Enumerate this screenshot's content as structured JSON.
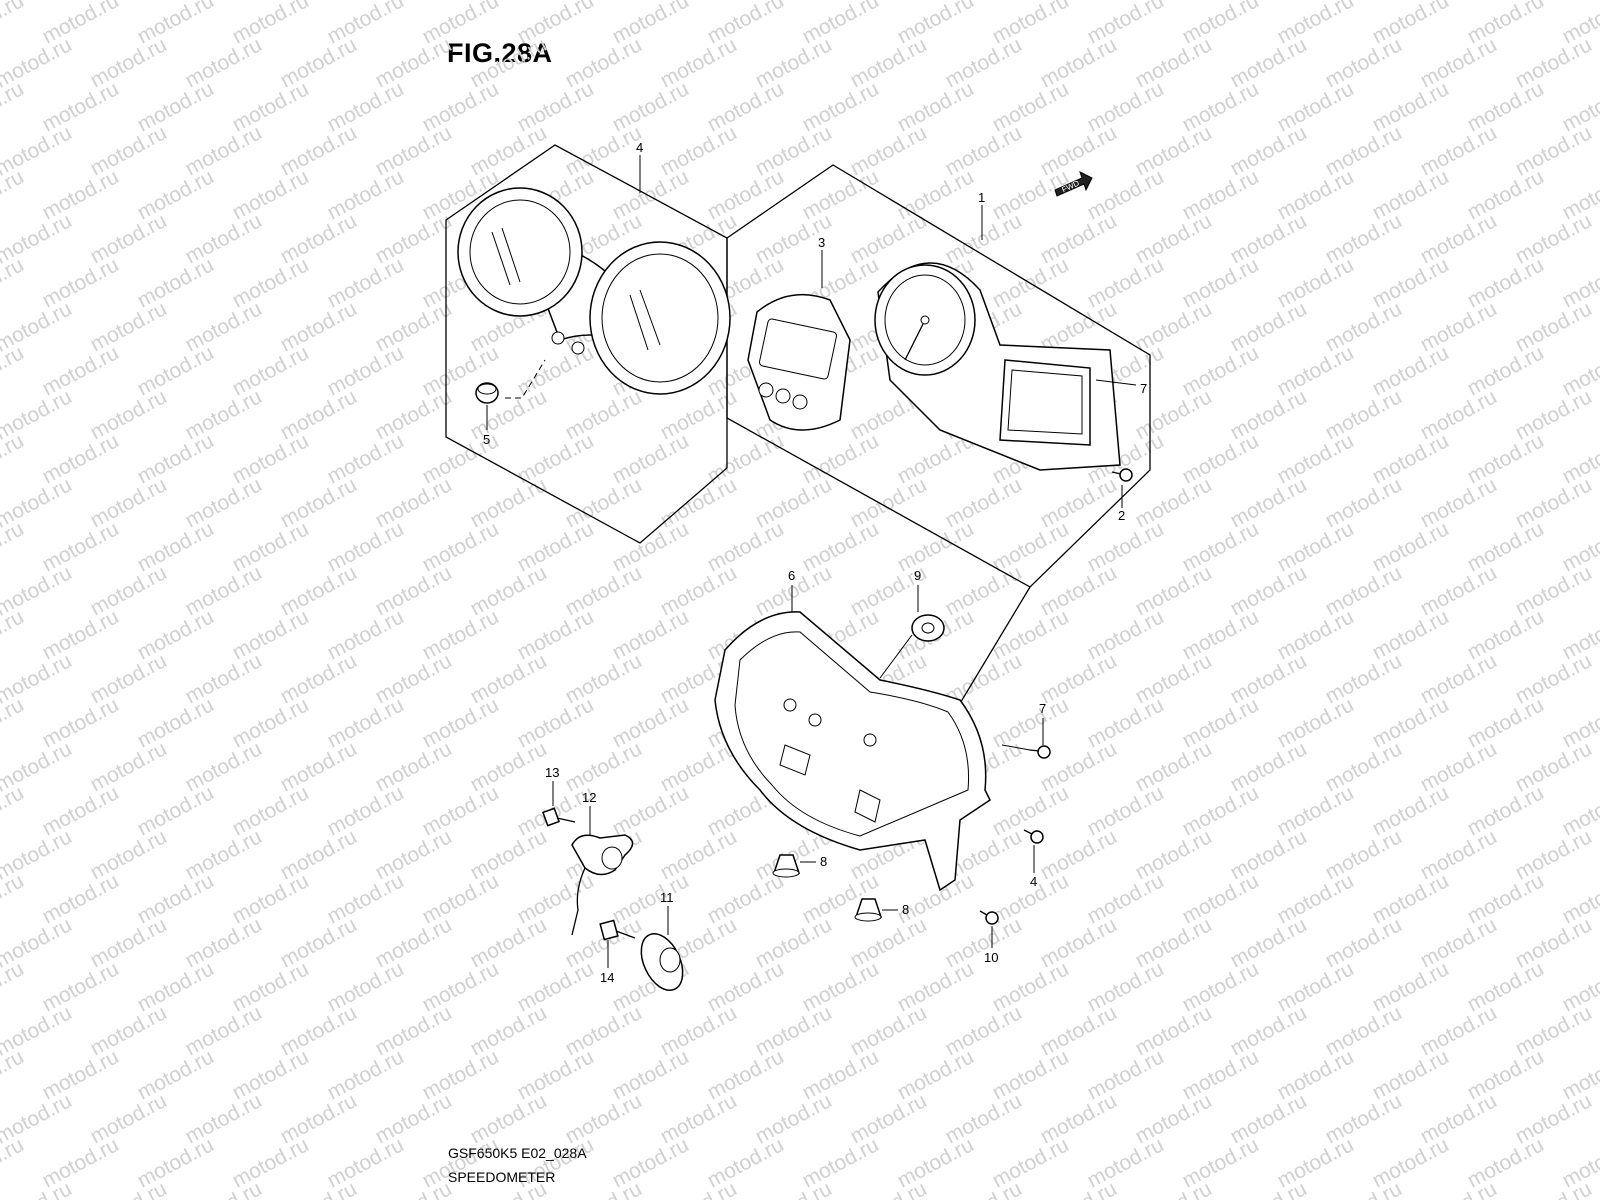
{
  "header": {
    "figure": "FIG.28A"
  },
  "footer": {
    "model_code": "GSF650K5 E02_028A",
    "caption": "SPEEDOMETER"
  },
  "watermark": {
    "text": "motod.ru",
    "color": "#d0d0d0"
  },
  "direction_badge": {
    "label": "FWD"
  },
  "callouts": {
    "c1": "1",
    "c2": "2",
    "c3": "3",
    "c4a": "4",
    "c4b": "4",
    "c5": "5",
    "c6": "6",
    "c7a": "7",
    "c7b": "7",
    "c8a": "8",
    "c8b": "8",
    "c9": "9",
    "c10": "10",
    "c11": "11",
    "c12": "12",
    "c13": "13",
    "c14": "14"
  }
}
